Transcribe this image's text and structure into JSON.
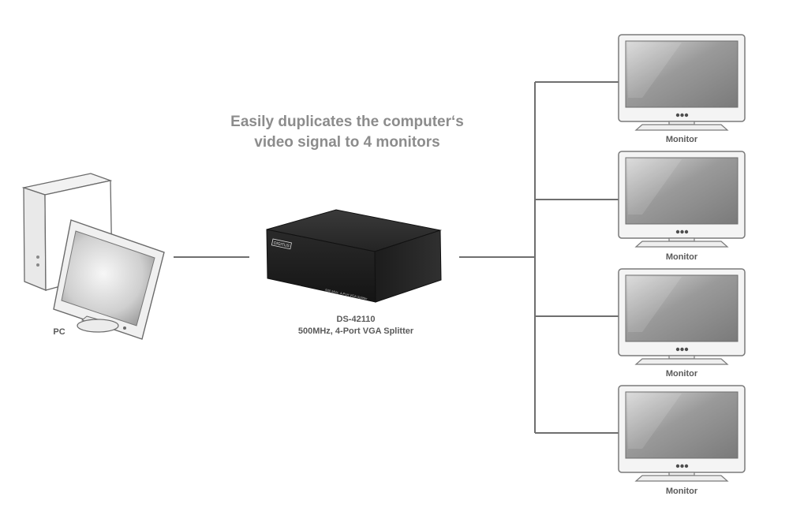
{
  "headline": {
    "line1": "Easily duplicates the computer‘s",
    "line2": "video signal to 4 monitors"
  },
  "pc": {
    "label": "PC"
  },
  "splitter": {
    "brand": "DIGITUS",
    "front_text": "500 MHz, 4-Port VGA Splitter",
    "model": "DS-42110",
    "description": "500MHz, 4-Port VGA Splitter"
  },
  "monitors": [
    {
      "label": "Monitor"
    },
    {
      "label": "Monitor"
    },
    {
      "label": "Monitor"
    },
    {
      "label": "Monitor"
    }
  ],
  "colors": {
    "headline": "#8c8c8c",
    "label": "#5a5a5a",
    "connector": "#6f6f6f",
    "splitter_body": "#1e1e1e"
  }
}
